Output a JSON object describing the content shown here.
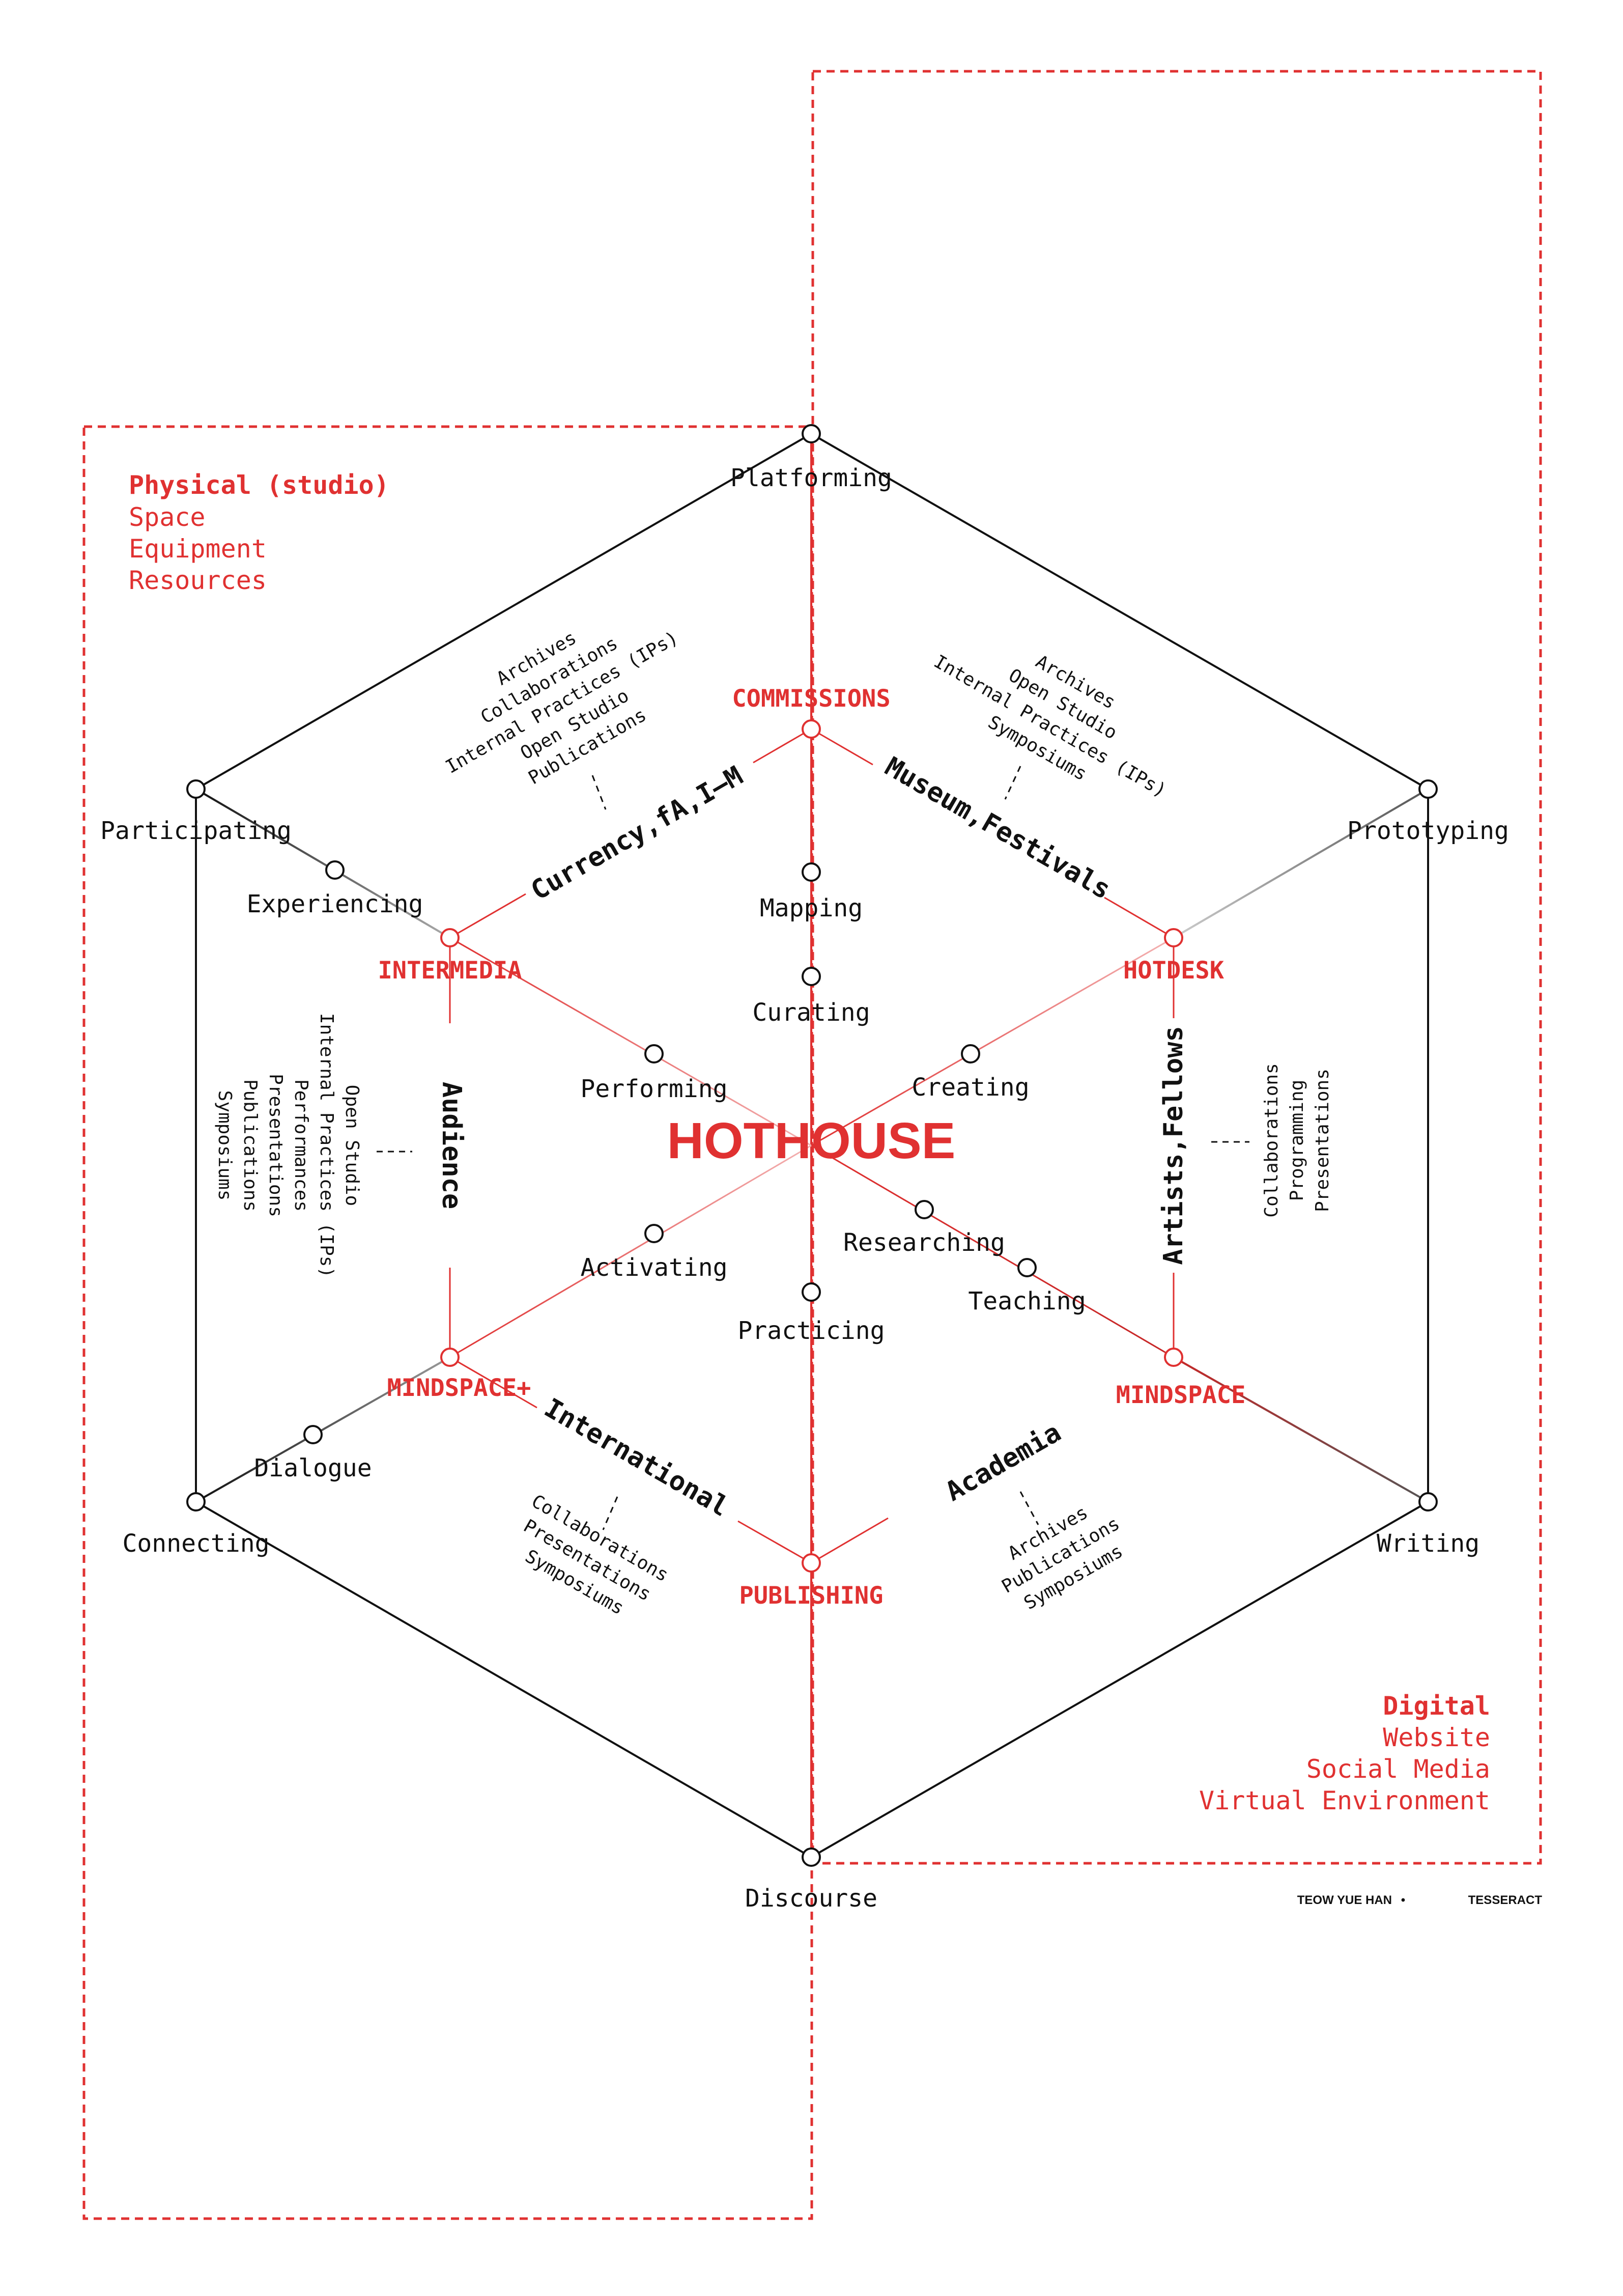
{
  "colors": {
    "accent": "#e03131",
    "ink": "#111111",
    "background": "#ffffff"
  },
  "center": {
    "title": "HOTHOUSE"
  },
  "zones": {
    "physical": {
      "title": "Physical (studio)",
      "items": [
        "Space",
        "Equipment",
        "Resources"
      ]
    },
    "digital": {
      "title": "Digital",
      "items": [
        "Website",
        "Social Media",
        "Virtual Environment"
      ]
    }
  },
  "outer_nodes": {
    "top": "Platforming",
    "upper_right": "Prototyping",
    "lower_right": "Writing",
    "bottom": "Discourse",
    "lower_left": "Connecting",
    "upper_left": "Participating"
  },
  "hubs": {
    "top": "COMMISSIONS",
    "upper_right": "HOTDESK",
    "lower_right": "MINDSPACE",
    "bottom": "PUBLISHING",
    "lower_left": "MINDSPACE+",
    "upper_left": "INTERMEDIA"
  },
  "edges": {
    "top_left": "Currency,fA,I–M",
    "top_right": "Museum,Festivals",
    "right": "Artists,Fellows",
    "bottom_right": "Academia",
    "bottom_left": "International",
    "left": "Audience"
  },
  "inner_nodes": {
    "mapping": "Mapping",
    "curating": "Curating",
    "performing": "Performing",
    "creating": "Creating",
    "activating": "Activating",
    "researching": "Researching",
    "teaching": "Teaching",
    "practicing": "Practicing",
    "experiencing": "Experiencing",
    "dialogue": "Dialogue"
  },
  "notes": {
    "top_left": [
      "Archives",
      "Collaborations",
      "Internal Practices (IPs)",
      "Open Studio",
      "Publications"
    ],
    "top_right": [
      "Archives",
      "Open Studio",
      "Internal Practices (IPs)",
      "Symposiums"
    ],
    "left": [
      "Open Studio",
      "Internal Practices (IPs)",
      "Performances",
      "Presentations",
      "Publications",
      "Symposiums"
    ],
    "right": [
      "Collaborations",
      "Programming",
      "Presentations"
    ],
    "bottom_left": [
      "Collaborations",
      "Presentations",
      "Symposiums"
    ],
    "bottom_right": [
      "Archives",
      "Publications",
      "Symposiums"
    ]
  },
  "credit": {
    "author": "TEOW YUE HAN",
    "separator": "•",
    "project": "TESSERACT"
  }
}
